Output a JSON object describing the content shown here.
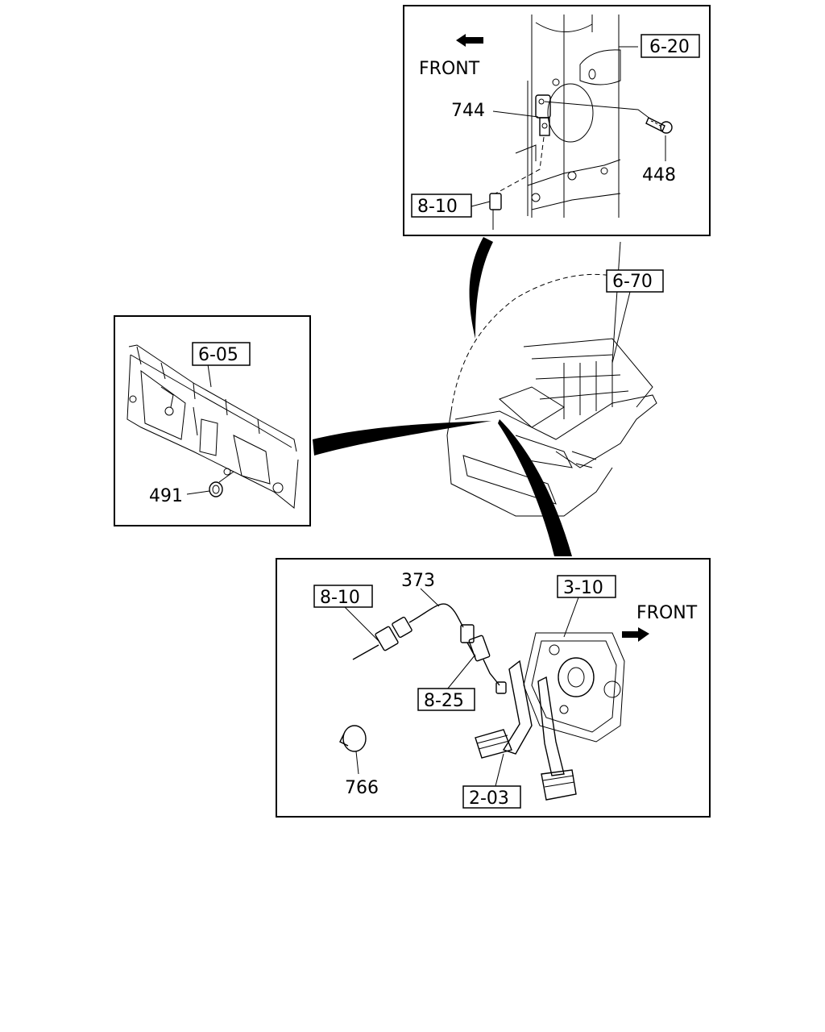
{
  "top_panel": {
    "front_label": "FRONT",
    "callouts": {
      "ref_6_20": "6-20",
      "part_744": "744",
      "part_448": "448",
      "ref_8_10": "8-10"
    }
  },
  "left_panel": {
    "callouts": {
      "ref_6_05": "6-05",
      "part_491": "491"
    }
  },
  "center": {
    "callouts": {
      "ref_6_70": "6-70"
    }
  },
  "bottom_panel": {
    "front_label": "FRONT",
    "callouts": {
      "part_373": "373",
      "ref_8_10": "8-10",
      "ref_3_10": "3-10",
      "ref_8_25": "8-25",
      "part_766": "766",
      "ref_2_03": "2-03"
    }
  }
}
